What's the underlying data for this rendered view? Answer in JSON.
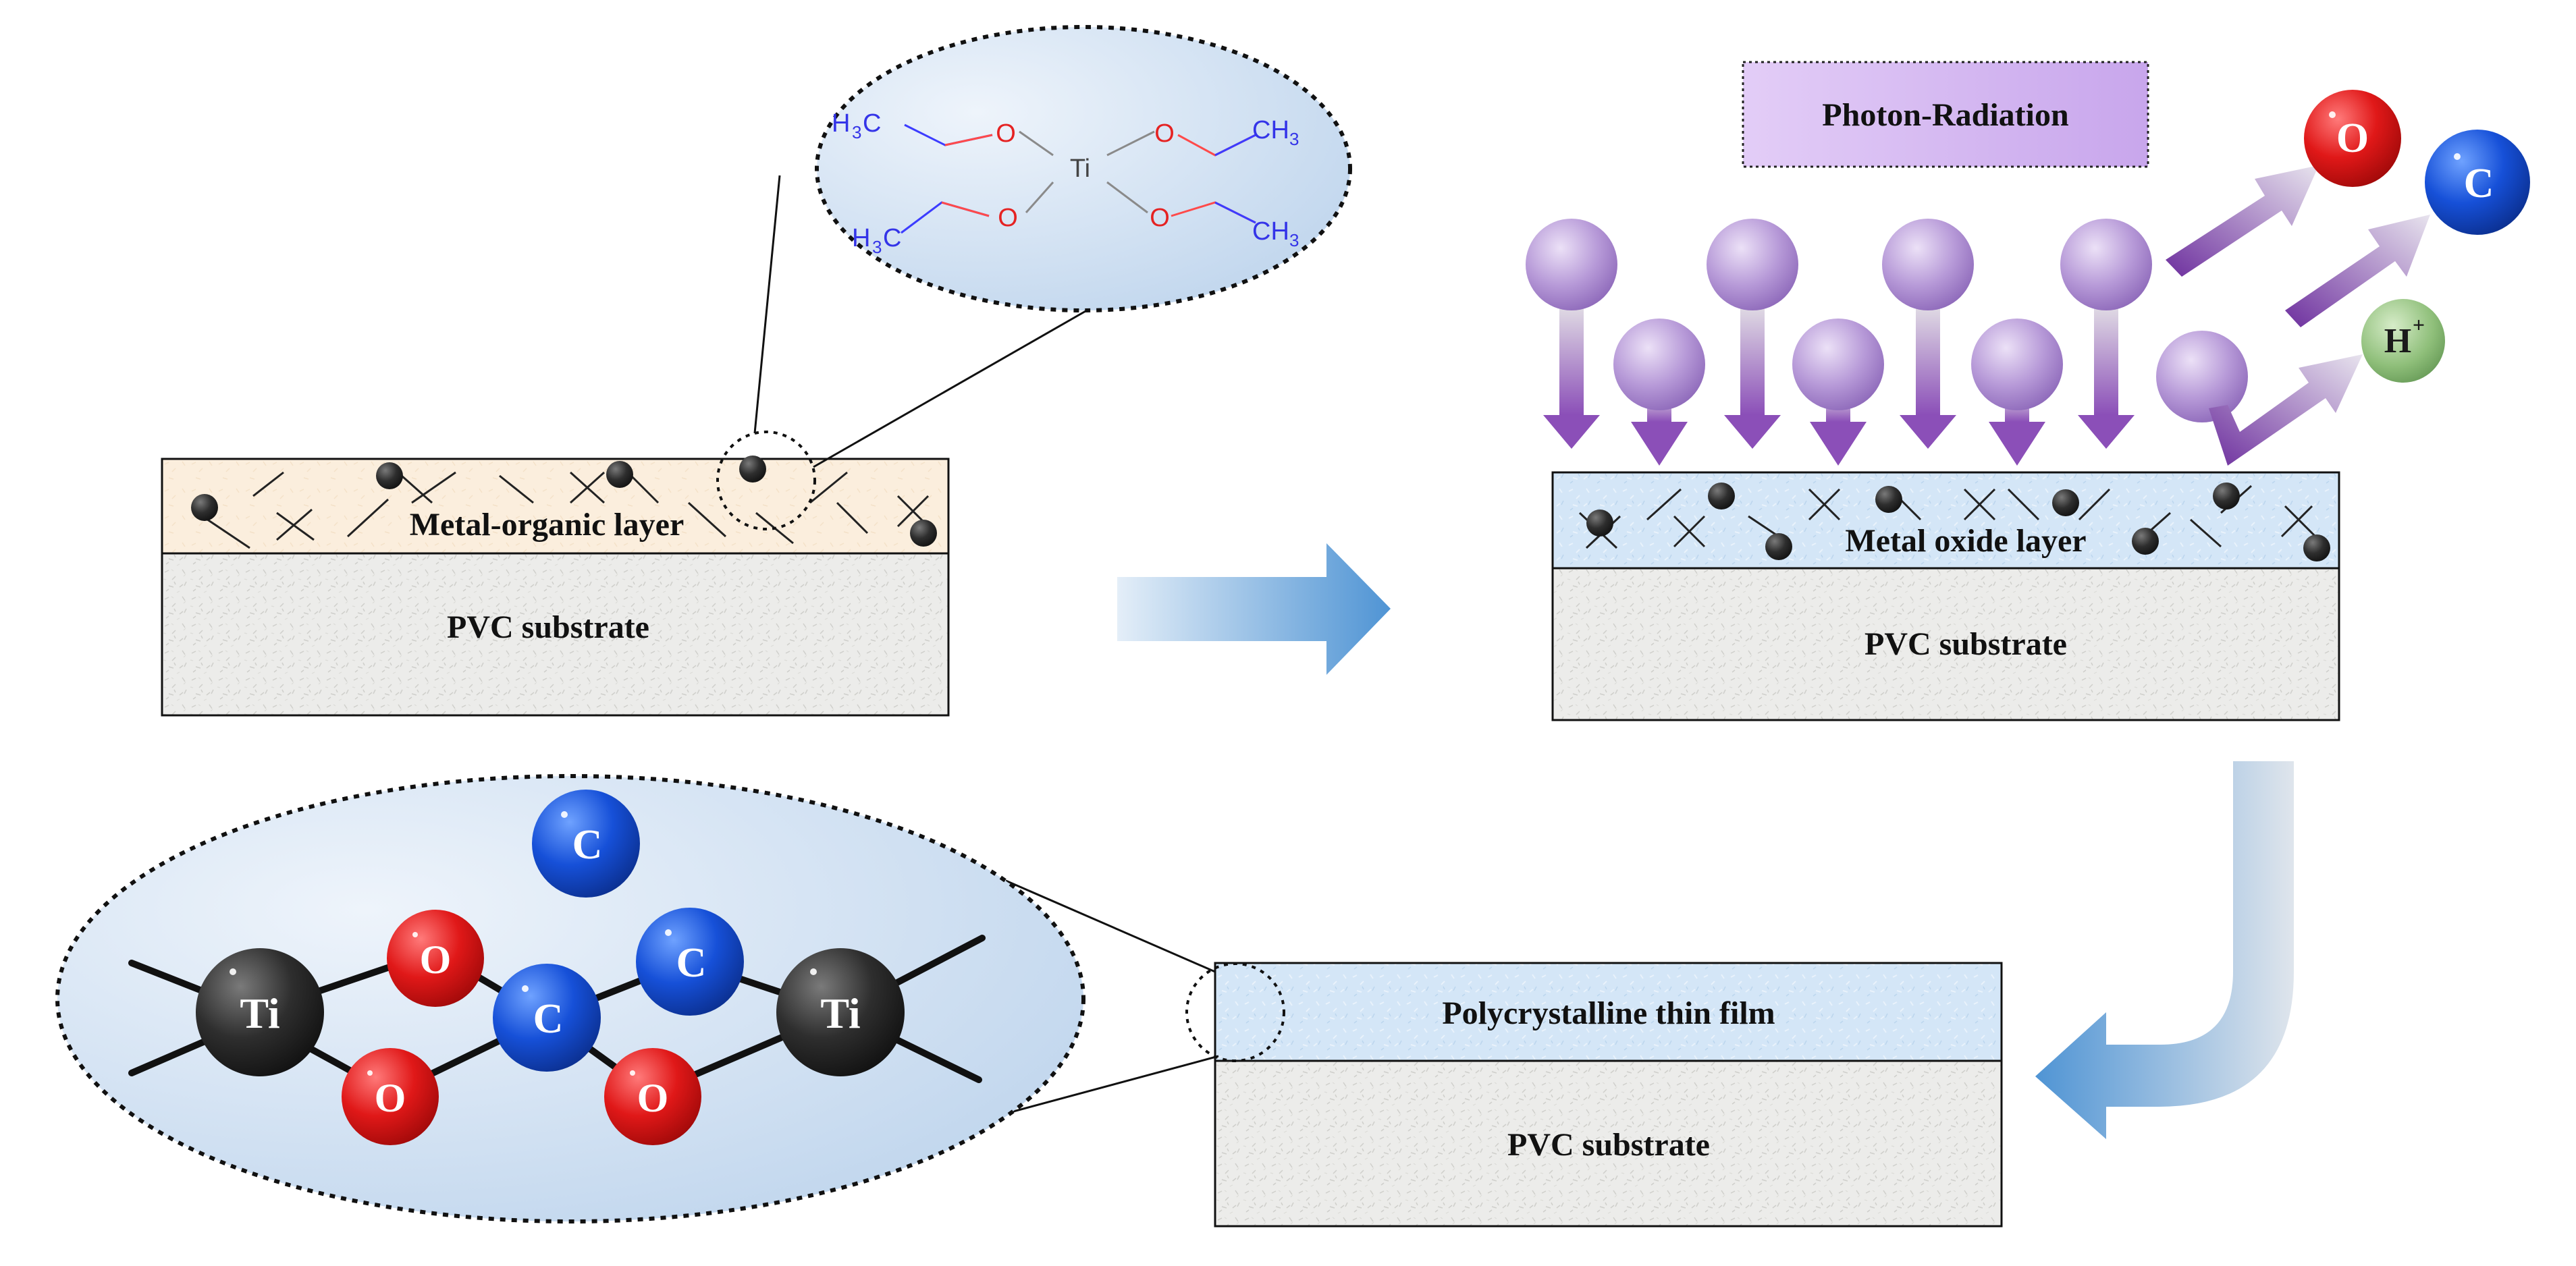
{
  "step1": {
    "top_layer_label": "Metal-organic layer",
    "substrate_label": "PVC substrate"
  },
  "step2": {
    "radiation_label": "Photon-Radiation",
    "top_layer_label": "Metal oxide layer",
    "substrate_label": "PVC substrate",
    "released_species": [
      "O",
      "C",
      "H"
    ],
    "h_charge": "+"
  },
  "step3": {
    "top_layer_label": "Polycrystalline thin film",
    "substrate_label": "PVC substrate"
  },
  "precursor_molecule": {
    "center_atom": "Ti",
    "oxygen": "O",
    "methyl_carbon": "H",
    "methyl_sub": "3",
    "methyl_c": "C",
    "methyl_end": "CH",
    "methyl_end_sub": "3"
  },
  "film_structure": {
    "ti": "Ti",
    "o": "O",
    "c": "C"
  },
  "colors": {
    "metal_organic_layer": "#fbeedd",
    "metal_oxide_layer": "#d4e6f7",
    "substrate": "#ececea",
    "photon": "#b79ad8",
    "oxygen_atom": "#e01818",
    "carbon_atom": "#1650d8",
    "titanium_atom": "#2e2e2e",
    "hydrogen_atom": "#8fbf7a",
    "process_arrow": "#4f94d4"
  }
}
